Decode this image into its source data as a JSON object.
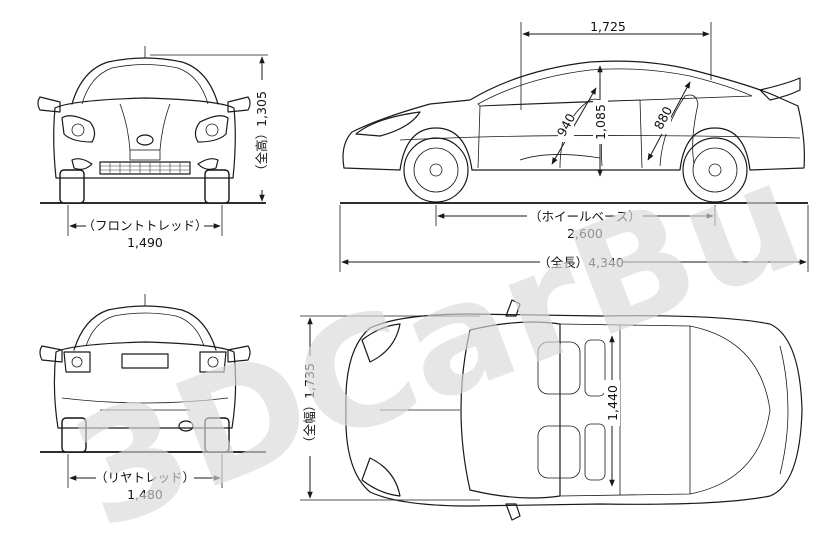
{
  "watermark": "3DCarBu",
  "dimensions": {
    "front_tread_label": "（フロントトレッド）",
    "front_tread_value": "1,490",
    "height_label": "（全高）1,305",
    "rear_tread_label": "（リヤトレッド）",
    "rear_tread_value": "1,480",
    "width_label": "（全幅）1,735",
    "wheelbase_label": "（ホイールベース）",
    "wheelbase_value": "2,600",
    "length_label": "（全長）4,340",
    "cabin_length": "1,725",
    "diag_940": "940",
    "interior_height": "1,085",
    "diag_880": "880",
    "interior_width": "1,440"
  }
}
